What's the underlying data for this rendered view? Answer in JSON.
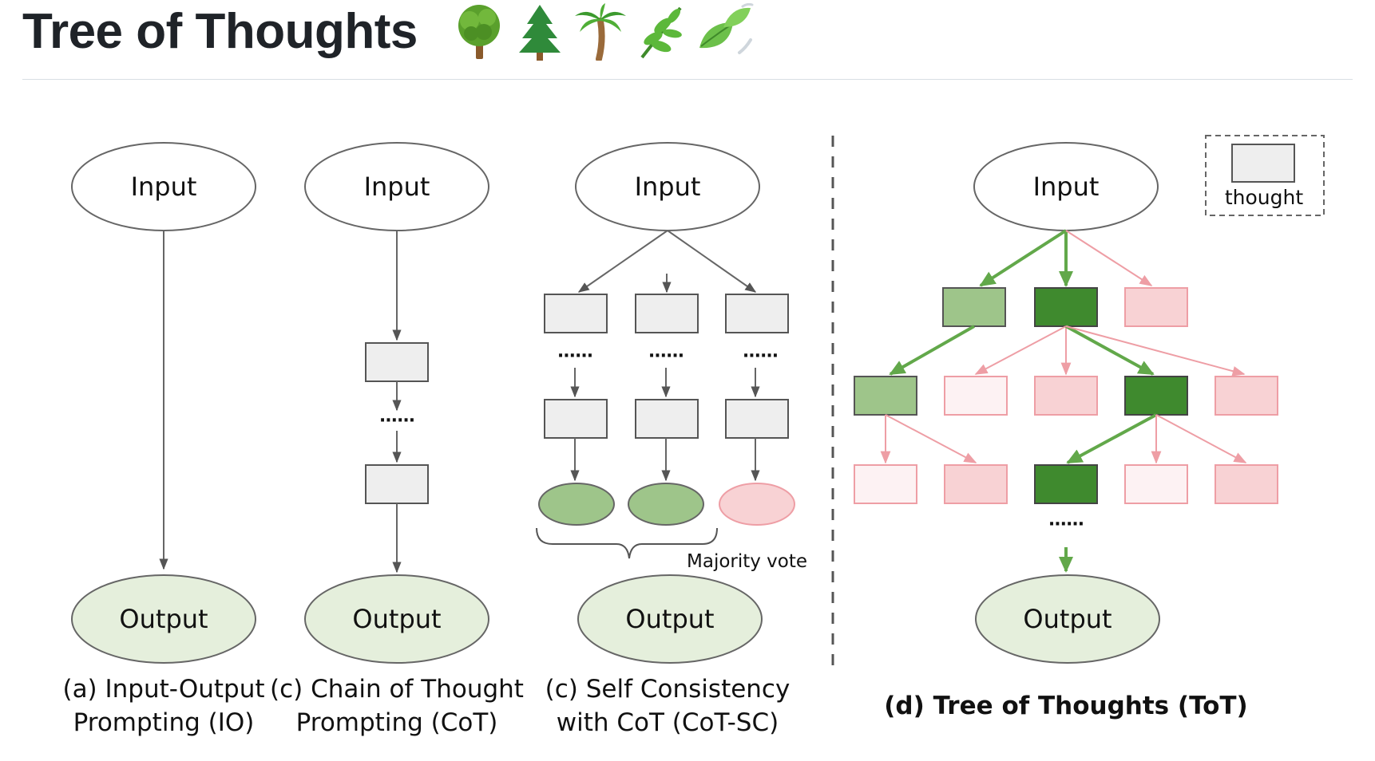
{
  "header": {
    "title": "Tree of Thoughts",
    "emojis": [
      "deciduous-tree-emoji",
      "evergreen-tree-emoji",
      "palm-tree-emoji",
      "herb-emoji",
      "leaf-fluttering-emoji"
    ]
  },
  "figure": {
    "colors": {
      "thought_fill": "#eeeeee",
      "output_fill": "#e5efdc",
      "light_green": "#9ec58a",
      "dark_green": "#3f8a2e",
      "pink": "#f8d2d4",
      "pale_pink": "#fdf2f3",
      "pink_stroke": "#ee9ea5",
      "green_arrow": "#62a84a"
    },
    "panel_a": {
      "input": "Input",
      "output": "Output",
      "caption": [
        "(a) Input-Output",
        "Prompting (IO)"
      ]
    },
    "panel_b": {
      "input": "Input",
      "dots": "······",
      "output": "Output",
      "caption": [
        "(c) Chain of Thought",
        "Prompting (CoT)"
      ]
    },
    "panel_c": {
      "input": "Input",
      "dots": [
        "······",
        "······",
        "······"
      ],
      "vote_label": "Majority vote",
      "output": "Output",
      "caption": [
        "(c) Self Consistency",
        "with CoT (CoT-SC)"
      ]
    },
    "panel_d": {
      "input": "Input",
      "dots": "······",
      "output": "Output",
      "legend_label": "thought",
      "caption": "(d) Tree of Thoughts (ToT)"
    }
  }
}
